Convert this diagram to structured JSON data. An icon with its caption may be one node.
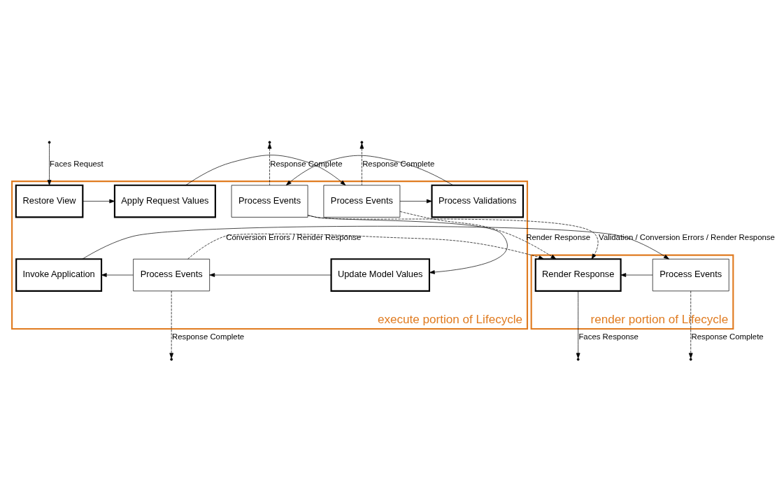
{
  "diagram": {
    "nodes": [
      {
        "text": [
          "execute portion of Lifecycle"
        ]
      },
      {
        "text": [
          "Restore View"
        ],
        "in": 0
      },
      {
        "text": [
          "Apply Request Values"
        ],
        "in": 0
      },
      {
        "text": [
          "Process Events"
        ],
        "in": 0
      },
      {
        "text": [
          "Process Validations"
        ],
        "in": 0
      },
      {
        "text": [
          "Process Events"
        ],
        "in": 0
      },
      {
        "text": [
          "Update Model Values"
        ],
        "in": 0
      },
      {
        "text": [
          "Process Events"
        ],
        "in": 0
      },
      {
        "text": [
          "Invoke Application"
        ],
        "in": 0
      },
      {
        "text": [
          "render portion of Lifecycle"
        ]
      },
      {
        "text": [
          "Render Response"
        ],
        "in": 9
      },
      {
        "text": [
          "Process Events"
        ],
        "in": 9
      }
    ],
    "edges": [
      {
        "from": null,
        "to": 1,
        "arrow": "to",
        "label": "Faces Request"
      },
      {
        "from": 1,
        "to": 2,
        "arrow": "to"
      },
      {
        "from": 2,
        "to": 3,
        "arrow": "to"
      },
      {
        "from": 3,
        "to": 4,
        "arrow": "to"
      },
      {
        "from": 4,
        "to": 5,
        "arrow": "to"
      },
      {
        "from": 5,
        "to": 6,
        "arrow": "to"
      },
      {
        "from": 6,
        "to": 7,
        "arrow": "to"
      },
      {
        "from": 7,
        "to": 8,
        "arrow": "to"
      },
      {
        "from": 8,
        "to": 11,
        "arrow": "to"
      },
      {
        "from": 11,
        "to": 10,
        "arrow": "to"
      },
      {
        "from": 3,
        "to": null,
        "arrow": "to",
        "label": "Response Complete",
        "style": "dashed"
      },
      {
        "from": 5,
        "to": null,
        "arrow": "to",
        "label": "Response Complete",
        "style": "dashed"
      },
      {
        "from": 7,
        "to": null,
        "arrow": "to",
        "label": "Response Complete",
        "style": "dashed"
      },
      {
        "from": 11,
        "to": null,
        "arrow": "to",
        "label": "Response Complete",
        "style": "dashed"
      },
      {
        "from": 3,
        "to": 10,
        "arrow": "to",
        "label": "Render Response",
        "style": "dashed"
      },
      {
        "from": 7,
        "to": 10,
        "arrow": "to",
        "label": "Conversion Errors / Render Response",
        "style": "dashed"
      },
      {
        "from": 5,
        "to": 10,
        "arrow": "to",
        "label": "Validation / Conversion Errors / Render Response",
        "style": "dashed"
      },
      {
        "from": 10,
        "to": null,
        "arrow": "to",
        "label": "Faces Response"
      }
    ]
  }
}
